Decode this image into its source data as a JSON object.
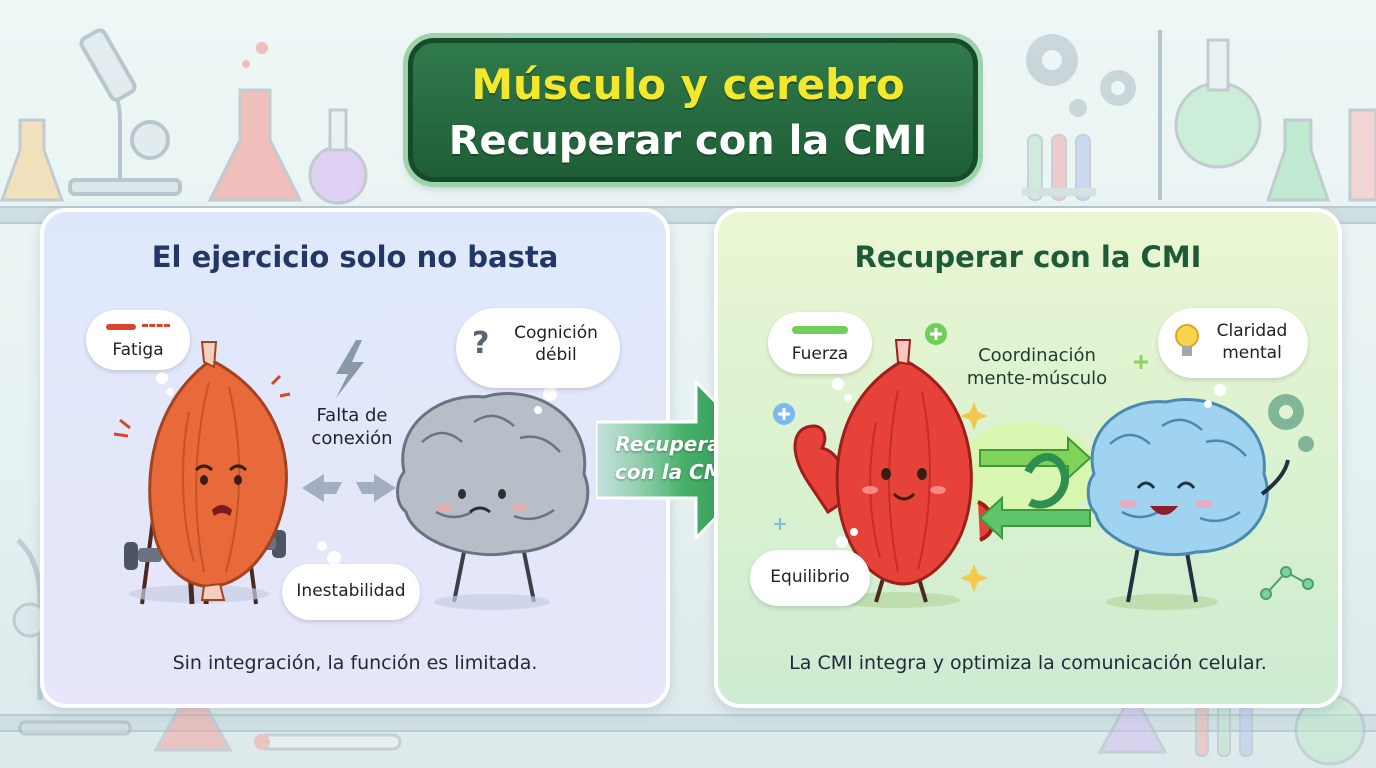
{
  "title": {
    "line1": "Músculo y cerebro",
    "line2": "Recuperar con la CMI"
  },
  "left_panel": {
    "heading": "El ejercicio solo no basta",
    "fatigue_label": "Fatiga",
    "cognition_label": "Cognición débil",
    "disconnect_label": "Falta de conexión",
    "instability_label": "Inestabilidad",
    "caption": "Sin integración, la función es limitada."
  },
  "center_arrow": {
    "label": "Recuperar con la CMI"
  },
  "right_panel": {
    "heading": "Recuperar con la CMI",
    "strength_label": "Fuerza",
    "coordination_label": "Coordinación mente-músculo",
    "clarity_label": "Claridad mental",
    "balance_label": "Equilibrio",
    "caption": "La CMI integra y optimiza la comunicación celular."
  },
  "colors": {
    "title_yellow": "#f4e82c",
    "title_green": "#1f5e36",
    "tired_muscle": "#e8693a",
    "happy_muscle": "#e6423a",
    "gray_brain": "#b8bec7",
    "blue_brain": "#9fd3ef",
    "arrow_green": "#3fa45a"
  },
  "icons": [
    "microscope-icon",
    "flask-icon",
    "gear-icon",
    "lightning-icon",
    "lightbulb-icon",
    "plus-icon",
    "sparkle-icon",
    "dumbbell-icon",
    "molecule-icon",
    "thermometer-icon"
  ]
}
